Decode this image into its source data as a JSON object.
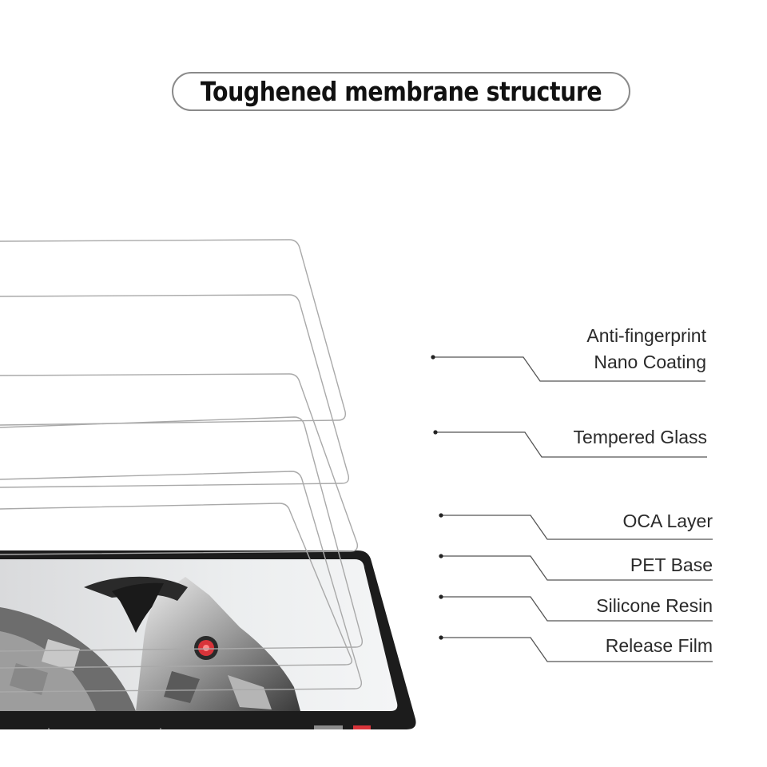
{
  "title": "Toughened membrane structure",
  "layers": [
    {
      "lines": [
        "Anti-fingerprint",
        "Nano Coating"
      ]
    },
    {
      "lines": [
        "Tempered Glass"
      ]
    },
    {
      "lines": [
        "OCA Layer"
      ]
    },
    {
      "lines": [
        "PET Base"
      ]
    },
    {
      "lines": [
        "Silicone Resin"
      ]
    },
    {
      "lines": [
        "Release Film"
      ]
    }
  ],
  "colors": {
    "accent_red": "#d8343a",
    "tablet_bezel": "#1c1c1c",
    "line": "#555555"
  },
  "icons": [
    "tablet-device",
    "eagle-wallpaper"
  ]
}
